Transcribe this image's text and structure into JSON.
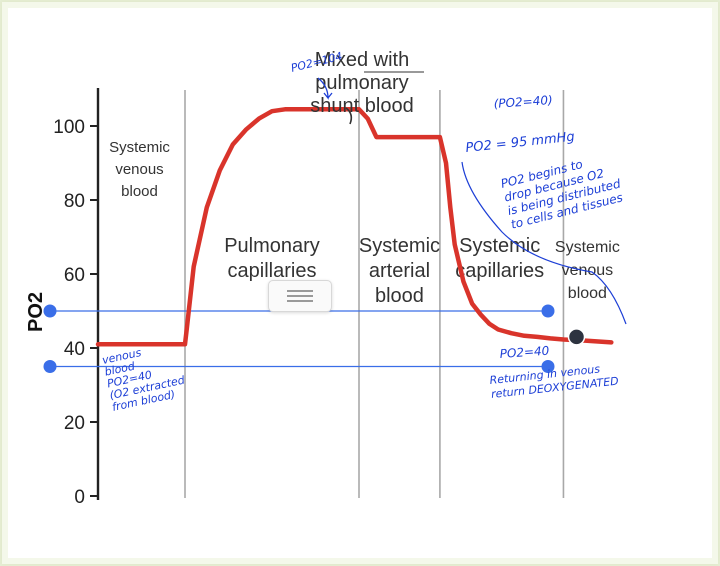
{
  "chart_data": {
    "type": "line",
    "title": "",
    "xlabel": "",
    "ylabel": "PO2",
    "ylim": [
      0,
      110
    ],
    "yticks": [
      0,
      20,
      40,
      60,
      80,
      100
    ],
    "grid": false,
    "series": [
      {
        "color": "#d9342b",
        "x": [
          0,
          1.0,
          1.02,
          1.1,
          1.25,
          1.4,
          1.55,
          1.7,
          1.85,
          2.0,
          2.15,
          2.3,
          2.45,
          2.6,
          2.75,
          2.9,
          3.0,
          3.1,
          3.2,
          3.3,
          3.6,
          3.93,
          4.0,
          4.05,
          4.1,
          4.2,
          4.3,
          4.4,
          4.5,
          4.6,
          4.75,
          4.9,
          5.05,
          5.2,
          5.35,
          5.6,
          5.9
        ],
        "y": [
          41,
          41,
          45,
          62,
          78,
          88,
          95,
          99,
          102,
          104,
          104.5,
          104.5,
          104.5,
          104.5,
          104.5,
          104.5,
          104.5,
          102,
          97,
          97,
          97,
          97,
          90,
          78,
          68,
          58,
          52,
          49,
          46.5,
          45,
          44,
          43.3,
          43,
          42.6,
          42.3,
          42,
          41.5
        ]
      }
    ],
    "regions": [
      {
        "label": "Systemic\nvenous\nblood",
        "x0": 0,
        "x1": 1.0
      },
      {
        "label": "Pulmonary\ncapillaries",
        "x0": 1.0,
        "x1": 3.0
      },
      {
        "label": "Systemic\narterial\nblood",
        "x0": 3.0,
        "x1": 3.93
      },
      {
        "label": "Systemic\ncapillaries",
        "x0": 3.93,
        "x1": 5.35
      },
      {
        "label": "Systemic\nvenous\nblood",
        "x0": 5.35,
        "x1": 5.9
      }
    ],
    "annotations": [
      {
        "text": "Mixed with\npulmonary\nshunt blood",
        "kind": "print"
      },
      {
        "text": "PO2=104",
        "kind": "handwritten"
      },
      {
        "text": "(PO2=40)",
        "kind": "handwritten"
      },
      {
        "text": "PO2 = 95 mmHg",
        "kind": "handwritten"
      },
      {
        "text": "PO2 begins to\ndrop because O2\nis being distributed\nto cells and tissues",
        "kind": "handwritten"
      },
      {
        "text": "venous\nblood\nPO2=40\n(O2 extracted\nfrom blood)",
        "kind": "handwritten"
      },
      {
        "text": "PO2=40",
        "kind": "handwritten"
      },
      {
        "text": "Returning in venous\nreturn DEOXYGENATED",
        "kind": "handwritten"
      }
    ],
    "guides": [
      {
        "y": 50,
        "color": "#3a6ee8"
      },
      {
        "y": 35,
        "color": "#3a6ee8"
      }
    ],
    "markers": [
      {
        "x": 5.5,
        "y": 43,
        "color": "#2d3340"
      }
    ]
  }
}
